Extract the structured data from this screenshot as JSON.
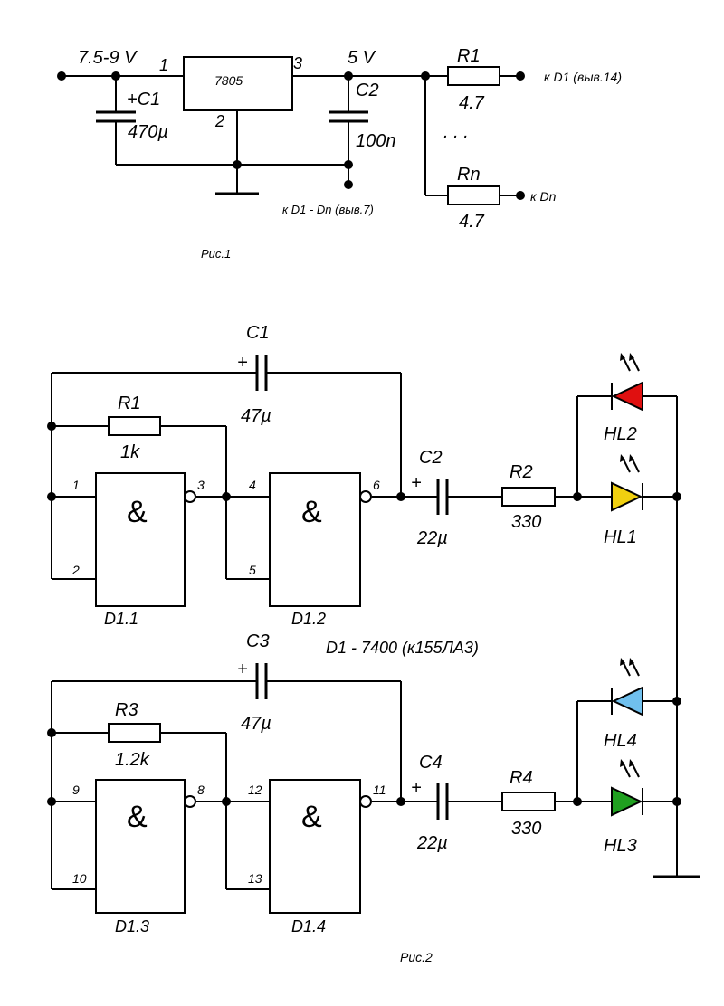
{
  "fig1": {
    "caption": "Рис.1",
    "input_voltage": "7.5-9 V",
    "output_voltage": "5 V",
    "regulator": "7805",
    "pin1": "1",
    "pin2": "2",
    "pin3": "3",
    "c1_label": "+C1",
    "c1_value": "470µ",
    "c2_label": "C2",
    "c2_value": "100n",
    "r1_label": "R1",
    "r1_value": "4.7",
    "r1_target": "к D1 (выв.14)",
    "rn_label": "Rn",
    "rn_value": "4.7",
    "rn_target": "к Dn",
    "gnd_target": "к D1 - Dn (выв.7)",
    "ellipsis": ". . ."
  },
  "fig2": {
    "caption": "Рис.2",
    "chip_note": "D1 - 7400 (к155ЛА3)",
    "gate_symbol": "&",
    "plus": "+",
    "top": {
      "c1_label": "C1",
      "c1_value": "47µ",
      "r1_label": "R1",
      "r1_value": "1k",
      "c2_label": "C2",
      "c2_value": "22µ",
      "r2_label": "R2",
      "r2_value": "330",
      "g1_name": "D1.1",
      "g2_name": "D1.2",
      "pin1": "1",
      "pin2": "2",
      "pin3": "3",
      "pin4": "4",
      "pin5": "5",
      "pin6": "6",
      "led_a": "HL2",
      "led_b": "HL1"
    },
    "bottom": {
      "c3_label": "C3",
      "c3_value": "47µ",
      "r3_label": "R3",
      "r3_value": "1.2k",
      "c4_label": "C4",
      "c4_value": "22µ",
      "r4_label": "R4",
      "r4_value": "330",
      "g3_name": "D1.3",
      "g4_name": "D1.4",
      "pin9": "9",
      "pin10": "10",
      "pin8": "8",
      "pin12": "12",
      "pin13": "13",
      "pin11": "11",
      "led_a": "HL4",
      "led_b": "HL3"
    },
    "led_colors": {
      "HL2": "#e01010",
      "HL1": "#f0d010",
      "HL4": "#70c0ee",
      "HL3": "#20a020"
    }
  }
}
